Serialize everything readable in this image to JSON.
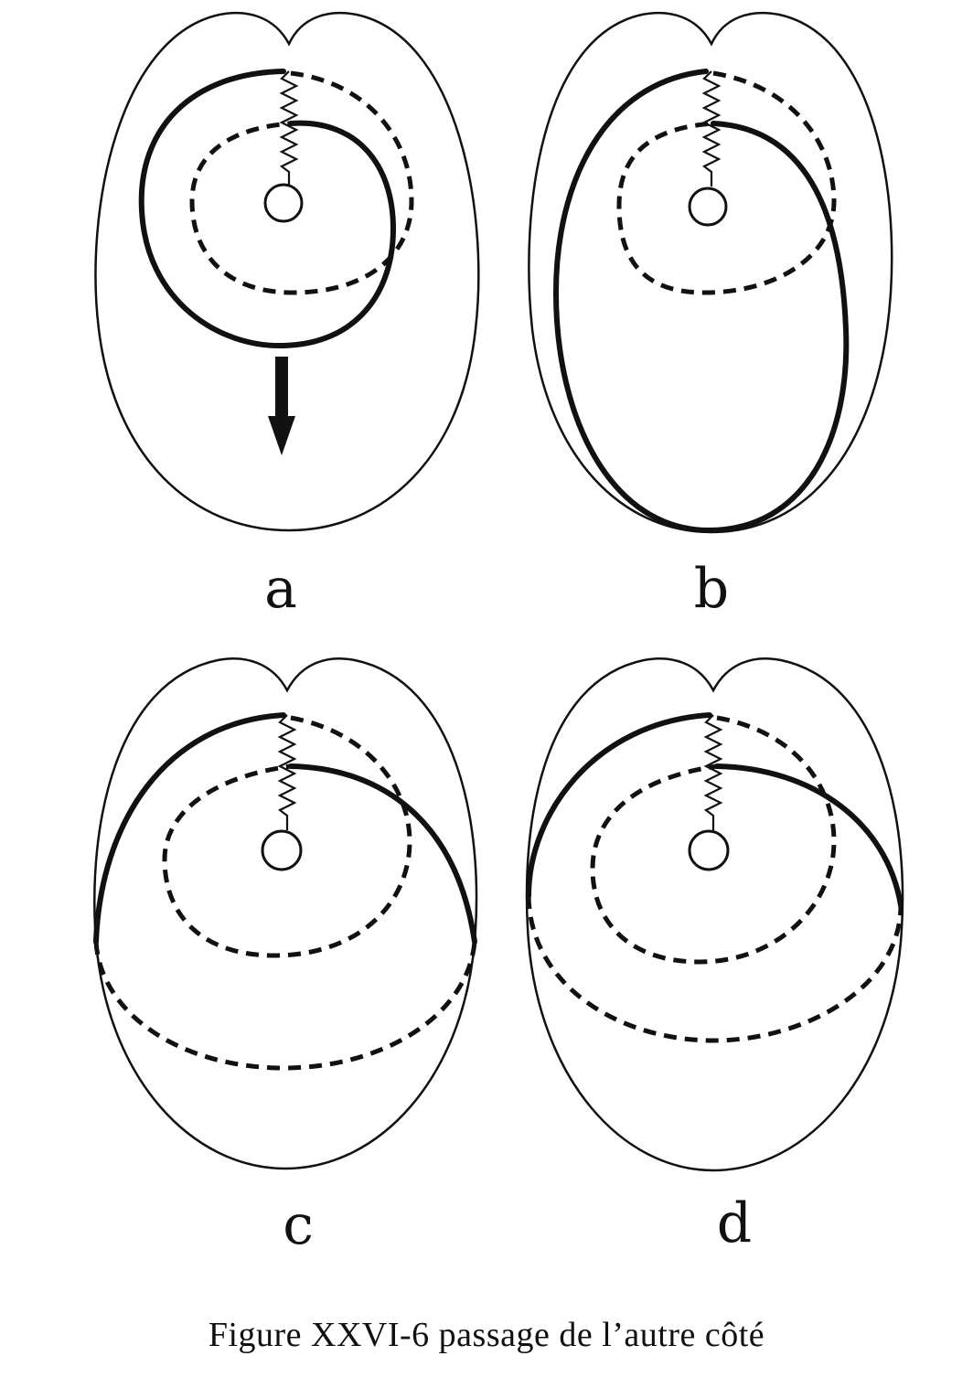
{
  "panels": [
    {
      "id": "a",
      "label": "a"
    },
    {
      "id": "b",
      "label": "b"
    },
    {
      "id": "c",
      "label": "c"
    },
    {
      "id": "d",
      "label": "d"
    }
  ],
  "caption": "Figure XXVI-6 passage de l’autre côté",
  "colors": {
    "ink": "#111111",
    "background": "#ffffff"
  },
  "icons": {
    "arrow": "down-arrow-icon"
  }
}
